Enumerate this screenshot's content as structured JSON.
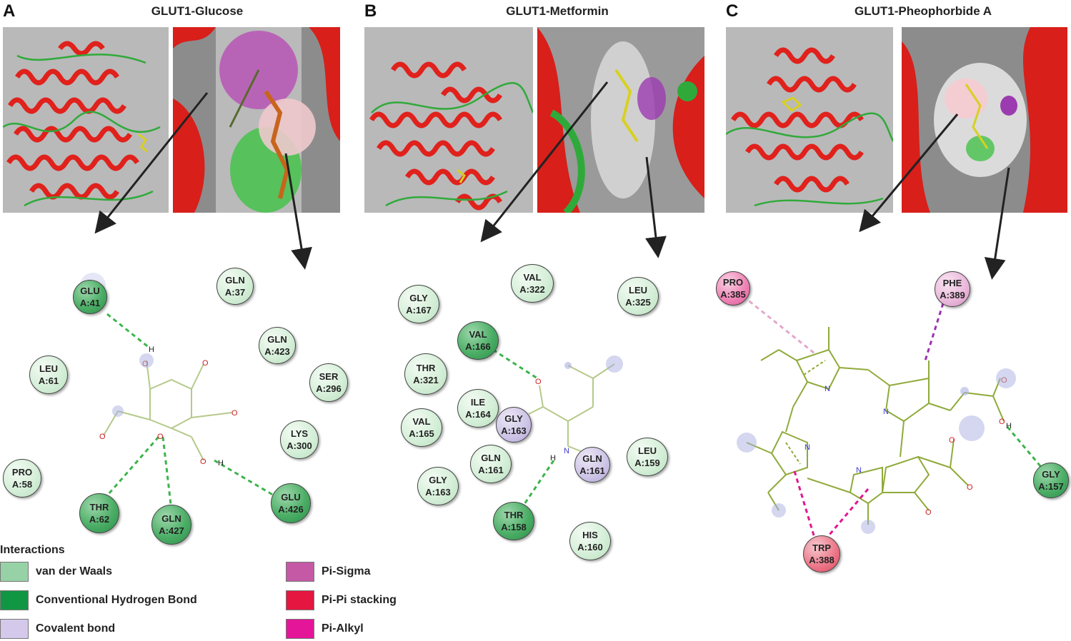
{
  "panels": [
    {
      "letter": "A",
      "title": "GLUT1-Glucose"
    },
    {
      "letter": "B",
      "title": "GLUT1-Metformin"
    },
    {
      "letter": "C",
      "title": "GLUT1-Pheophorbide A"
    }
  ],
  "residues_a": [
    {
      "name": "GLU",
      "id": "A:41",
      "type": "hb"
    },
    {
      "name": "GLN",
      "id": "A:37",
      "type": "vdw"
    },
    {
      "name": "GLN",
      "id": "A:423",
      "type": "vdw"
    },
    {
      "name": "LEU",
      "id": "A:61",
      "type": "vdw"
    },
    {
      "name": "SER",
      "id": "A:296",
      "type": "vdw"
    },
    {
      "name": "LYS",
      "id": "A:300",
      "type": "vdw"
    },
    {
      "name": "PRO",
      "id": "A:58",
      "type": "vdw"
    },
    {
      "name": "GLU",
      "id": "A:426",
      "type": "hb"
    },
    {
      "name": "THR",
      "id": "A:62",
      "type": "hb"
    },
    {
      "name": "GLN",
      "id": "A:427",
      "type": "hb"
    }
  ],
  "residues_b": [
    {
      "name": "VAL",
      "id": "A:322",
      "type": "vdw"
    },
    {
      "name": "GLY",
      "id": "A:167",
      "type": "vdw"
    },
    {
      "name": "LEU",
      "id": "A:325",
      "type": "vdw"
    },
    {
      "name": "VAL",
      "id": "A:166",
      "type": "hb"
    },
    {
      "name": "THR",
      "id": "A:321",
      "type": "vdw"
    },
    {
      "name": "ILE",
      "id": "A:164",
      "type": "vdw"
    },
    {
      "name": "GLY",
      "id": "A:163",
      "type": "cov"
    },
    {
      "name": "VAL",
      "id": "A:165",
      "type": "vdw"
    },
    {
      "name": "GLN",
      "id": "A:161",
      "type": "vdw"
    },
    {
      "name": "GLN",
      "id": "A:161",
      "type": "cov"
    },
    {
      "name": "LEU",
      "id": "A:159",
      "type": "vdw"
    },
    {
      "name": "GLY",
      "id": "A:163",
      "type": "vdw"
    },
    {
      "name": "THR",
      "id": "A:158",
      "type": "hb"
    },
    {
      "name": "HIS",
      "id": "A:160",
      "type": "vdw"
    }
  ],
  "residues_c": [
    {
      "name": "PRO",
      "id": "A:385",
      "type": "pia"
    },
    {
      "name": "PHE",
      "id": "A:389",
      "type": "pis"
    },
    {
      "name": "GLY",
      "id": "A:157",
      "type": "hb"
    },
    {
      "name": "TRP",
      "id": "A:388",
      "type": "pip"
    }
  ],
  "legend": {
    "title": "Interactions",
    "items": [
      {
        "label": "van der Waals",
        "color": "#96d2a6"
      },
      {
        "label": "Conventional Hydrogen Bond",
        "color": "#119744"
      },
      {
        "label": "Covalent bond",
        "color": "#d4c9ea"
      },
      {
        "label": "Pi-Sigma",
        "color": "#c559a6"
      },
      {
        "label": "Pi-Pi stacking",
        "color": "#e5163f"
      },
      {
        "label": "Pi-Alkyl",
        "color": "#e5159a"
      }
    ]
  },
  "colors": {
    "helix": "#e0211c",
    "coil": "#2faa3a",
    "ligand": "#8faa3a",
    "hbond": "#3cb44b",
    "background_render": "#b9b9b9"
  },
  "atom_labels": {
    "oxygen": "O",
    "nitrogen": "N",
    "hydrogen": "H"
  }
}
